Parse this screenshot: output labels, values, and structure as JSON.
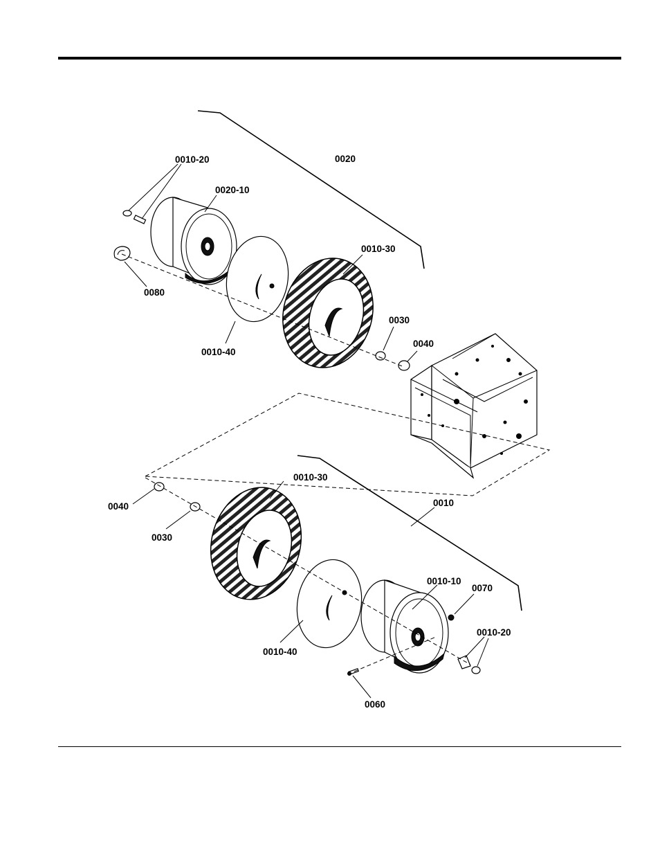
{
  "labels": {
    "top_rim_valve": "0010-20",
    "top_assembly": "0020",
    "top_rim": "0020-10",
    "top_tire": "0010-30",
    "top_clip": "0080",
    "top_tube": "0010-40",
    "top_washer_inner": "0030",
    "top_washer_outer": "0040",
    "bottom_washer_outer": "0040",
    "bottom_tire": "0010-30",
    "bottom_assembly": "0010",
    "bottom_washer_inner": "0030",
    "bottom_rim": "0010-10",
    "bottom_nut": "0070",
    "bottom_tube": "0010-40",
    "bottom_valve": "0010-20",
    "bottom_bolt": "0060"
  }
}
